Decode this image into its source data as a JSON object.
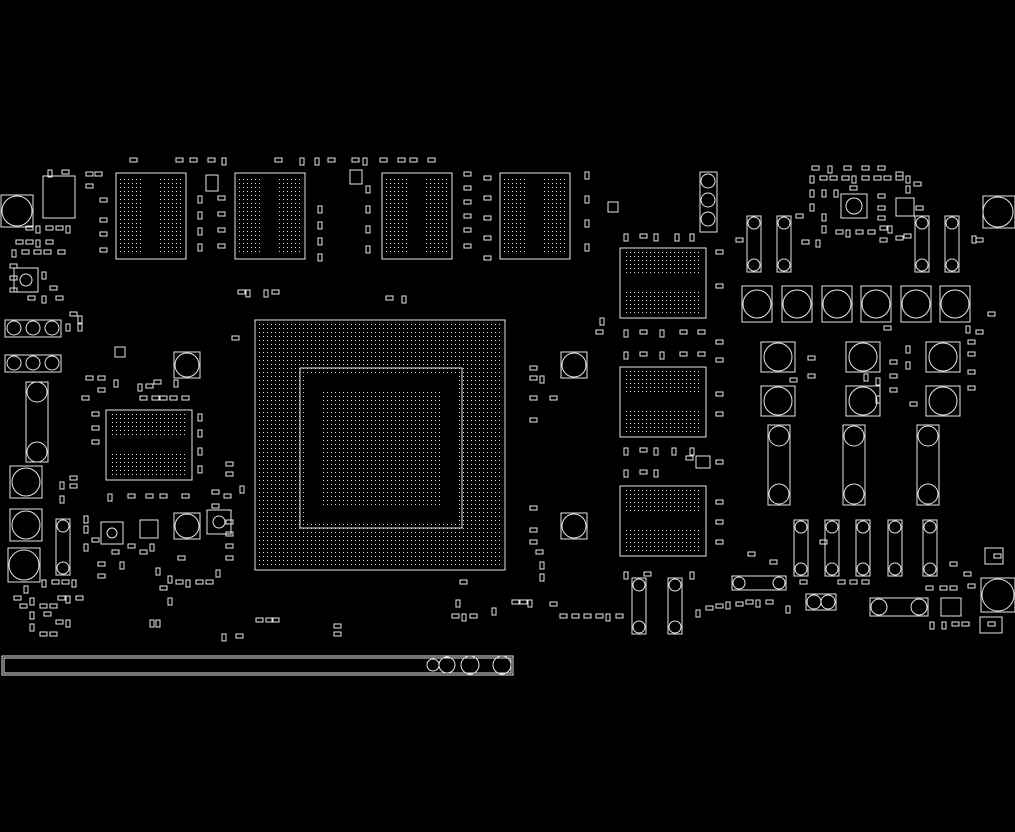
{
  "viewer": {
    "background": "#000000",
    "stroke": "#e6e6e6",
    "fill": "none"
  },
  "board": {
    "components": [
      {
        "kind": "gpu-bga",
        "name": "main-gpu-package"
      },
      {
        "kind": "memory-bga",
        "name": "memory-chip-top-1"
      },
      {
        "kind": "memory-bga",
        "name": "memory-chip-top-2"
      },
      {
        "kind": "memory-bga",
        "name": "memory-chip-top-3"
      },
      {
        "kind": "memory-bga",
        "name": "memory-chip-top-4"
      },
      {
        "kind": "memory-bga",
        "name": "memory-chip-right-1"
      },
      {
        "kind": "memory-bga",
        "name": "memory-chip-right-2"
      },
      {
        "kind": "memory-bga",
        "name": "memory-chip-right-3"
      },
      {
        "kind": "memory-bga",
        "name": "memory-chip-left"
      },
      {
        "kind": "edge-connector",
        "name": "pcie-edge-connector"
      },
      {
        "kind": "vrm",
        "name": "power-stage-array"
      }
    ]
  }
}
